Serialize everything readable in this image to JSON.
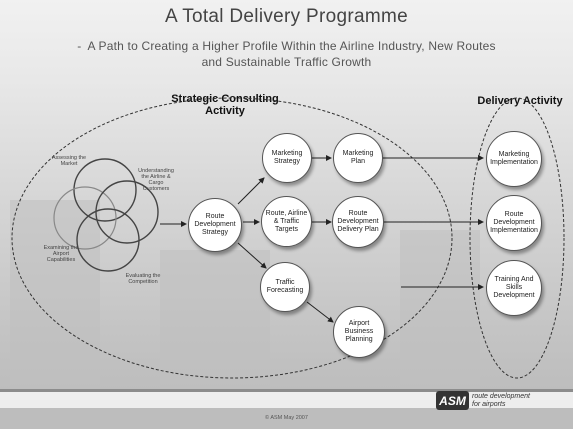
{
  "slide": {
    "title": "A Total Delivery Programme",
    "subtitle_dash": "-",
    "subtitle_line1": "A Path to Creating a Higher Profile Within the Airline Industry, New Routes",
    "subtitle_line2": "and Sustainable Traffic Growth"
  },
  "headings": {
    "strategic_line1": "Strategic Consulting",
    "strategic_line2": "Activity",
    "delivery": "Delivery Activity"
  },
  "venn": {
    "label_market": "Assessing the Market",
    "label_airline": "Understanding the Airline & Cargo Customers",
    "label_airport": "Examining the Airport Capabilities",
    "label_competition": "Evaluating the Competition"
  },
  "nodes": {
    "route_dev_strategy": "Route Development Strategy",
    "marketing_strategy": "Marketing Strategy",
    "marketing_plan": "Marketing Plan",
    "route_airline_targets": "Route, Airline & Traffic Targets",
    "route_dev_delivery_plan": "Route Development Delivery Plan",
    "traffic_forecasting": "Traffic Forecasting",
    "airport_business_planning": "Airport Business Planning",
    "marketing_implementation": "Marketing Implementation",
    "route_dev_implementation": "Route Development Implementation",
    "training_skills": "Training And Skills Development"
  },
  "footer": {
    "logo": "ASM",
    "tagline_line1": "route development",
    "tagline_line2": "for airports",
    "copyright": "© ASM May 2007"
  },
  "colors": {
    "node_border": "#555555",
    "arrow": "#222222",
    "dashed": "#333333"
  }
}
